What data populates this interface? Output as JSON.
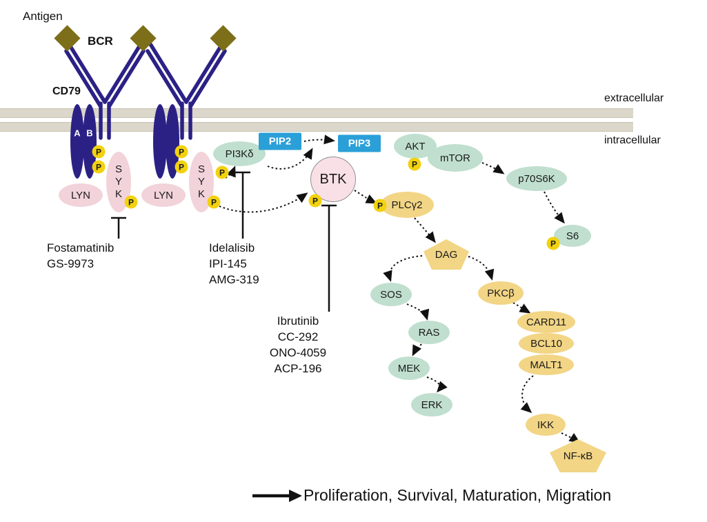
{
  "labels": {
    "antigen": "Antigen",
    "bcr": "BCR",
    "cd79": "CD79",
    "cd79a": "A",
    "cd79b": "B",
    "extracellular": "extracellular",
    "intracellular": "intracellular",
    "p": "P"
  },
  "nodes": {
    "lyn": "LYN",
    "syk": "SYK",
    "pi3kd": "PI3Kδ",
    "pip2": "PIP2",
    "pip3": "PIP3",
    "btk": "BTK",
    "akt": "AKT",
    "mtor": "mTOR",
    "p70s6k": "p70S6K",
    "s6": "S6",
    "plcg2": "PLCγ2",
    "dag": "DAG",
    "sos": "SOS",
    "ras": "RAS",
    "mek": "MEK",
    "erk": "ERK",
    "pkcb": "PKCβ",
    "card11": "CARD11",
    "bcl10": "BCL10",
    "malt1": "MALT1",
    "ikk": "IKK",
    "nfkb": "NF-κB"
  },
  "inhibitors": {
    "syk": [
      "Fostamatinib",
      "GS-9973"
    ],
    "pi3k": [
      "Idelalisib",
      "IPI-145",
      "AMG-319"
    ],
    "btk": [
      "Ibrutinib",
      "CC-292",
      "ONO-4059",
      "ACP-196"
    ]
  },
  "outcome": {
    "text": "Proliferation, Survival, Maturation, Migration"
  },
  "colors": {
    "membrane": "#dbd7ca",
    "antibody_navy": "#2b2185",
    "antigen_olive": "#7d6e1a",
    "pink_node": "#f2d3da",
    "btk_pink": "#f8e0e6",
    "green_node": "#c0dfcf",
    "yellow_node": "#f2d585",
    "blue_label": "#2a9fd8",
    "phospho_yellow": "#f2d20f"
  }
}
